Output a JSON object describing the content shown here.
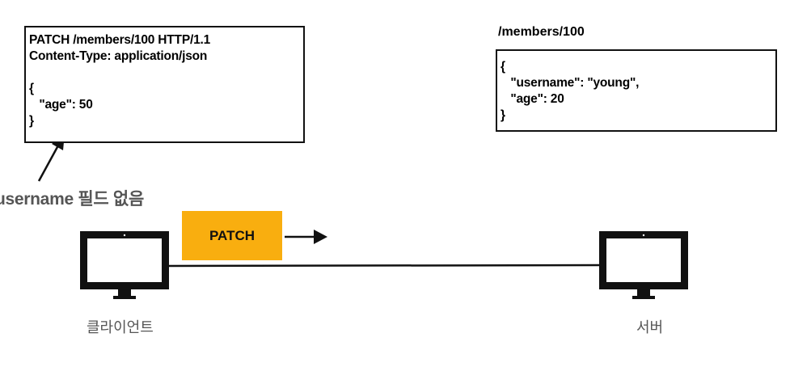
{
  "request": {
    "lines": [
      "PATCH /members/100 HTTP/1.1",
      "Content-Type: application/json",
      "",
      "{",
      "   \"age\": 50",
      "}"
    ]
  },
  "note": "username 필드 없음",
  "resource": {
    "path": "/members/100",
    "lines": [
      "{",
      "   \"username\": \"young\",",
      "   \"age\": 20",
      "}"
    ]
  },
  "method_label": "PATCH",
  "client_label": "클라이언트",
  "server_label": "서버",
  "colors": {
    "method_fill": "#f9ae0f",
    "caption_text": "#555555",
    "note_text": "#555555"
  },
  "icons": {
    "client": "monitor-icon",
    "server": "monitor-icon"
  }
}
